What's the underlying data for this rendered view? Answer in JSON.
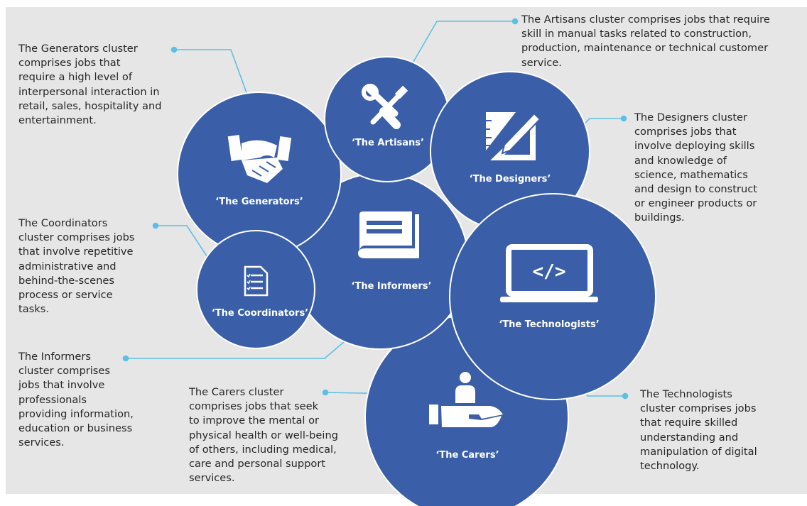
{
  "clusters": {
    "generators": {
      "label": "‘The Generators’",
      "icon": "handshake-icon",
      "description": "The Generators cluster\ncomprises jobs that\nrequire a high level of\ninterpersonal interaction in\nretail, sales, hospitality and\nentertainment."
    },
    "artisans": {
      "label": "‘The Artisans’",
      "icon": "tools-icon",
      "description": "The Artisans cluster comprises jobs that require\nskill in manual tasks related to construction,\nproduction, maintenance or technical customer\nservice."
    },
    "designers": {
      "label": "‘The Designers’",
      "icon": "ruler-pencil-icon",
      "description": "The Designers cluster\ncomprises jobs that\ninvolve deploying skills\nand knowledge of\nscience, mathematics\nand design to construct\nor engineer products or\nbuildings."
    },
    "coordinators": {
      "label": "‘The Coordinators’",
      "icon": "checklist-icon",
      "description": "The Coordinators\ncluster comprises jobs\nthat involve repetitive\nadministrative and\nbehind-the-scenes\nprocess or service\ntasks."
    },
    "informers": {
      "label": "‘The Informers’",
      "icon": "book-icon",
      "description": "The Informers\ncluster comprises\njobs that involve\nprofessionals\nproviding information,\neducation or business\nservices."
    },
    "technologists": {
      "label": "‘The Technologists’",
      "icon": "laptop-code-icon",
      "description": "The Technologists\ncluster comprises jobs\nthat require skilled\nunderstanding and\nmanipulation of digital\ntechnology."
    },
    "carers": {
      "label": "‘The Carers’",
      "icon": "caring-hand-icon",
      "description": "The Carers cluster\ncomprises jobs that seek\nto improve the mental or\nphysical health or well-being\nof others, including medical,\ncare and personal support\nservices."
    }
  },
  "colors": {
    "circle_fill": "#3a5fa8",
    "circle_border": "#ffffff",
    "connector": "#5bc0e4",
    "text": "#262626",
    "background": "#e6e6e6"
  }
}
